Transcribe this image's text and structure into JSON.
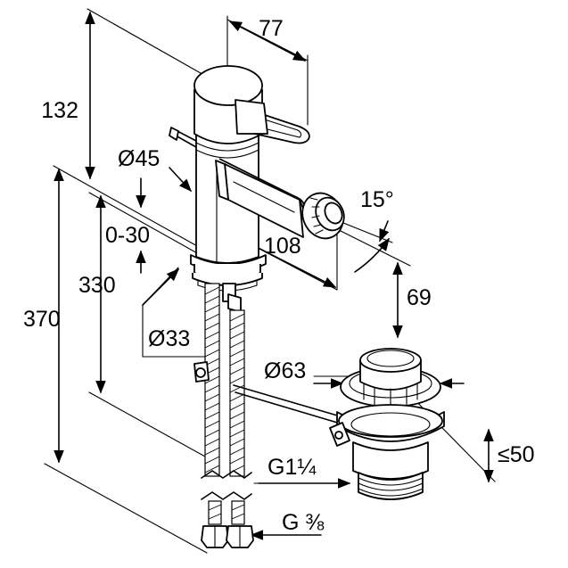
{
  "dimensions": {
    "height_top": "132",
    "spout_offset": "77",
    "body_diameter": "Ø45",
    "clamp_range": "0-30",
    "spout_reach": "108",
    "spout_angle": "15°",
    "spout_height": "69",
    "counter_range": "330",
    "total_height": "370",
    "mount_diameter": "Ø33",
    "waste_diameter": "Ø63",
    "waste_depth": "≤50",
    "waste_thread": "G1¼",
    "hose_thread": "G ⅜"
  }
}
